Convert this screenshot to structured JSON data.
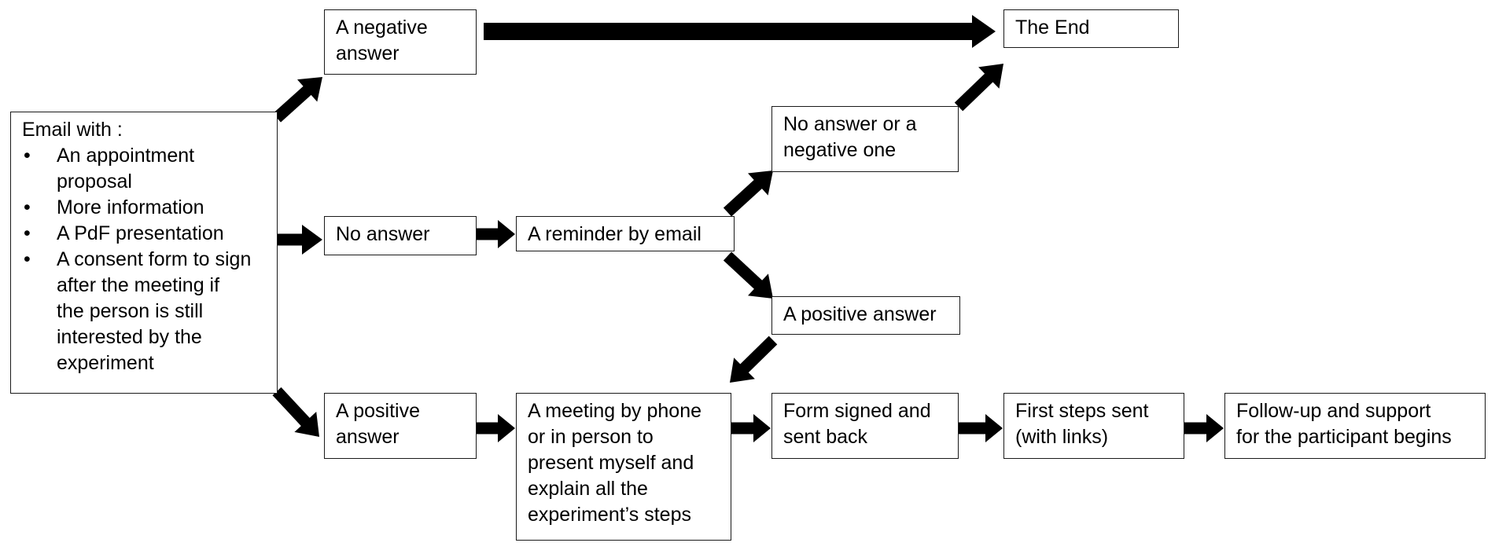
{
  "nodes": {
    "email": {
      "heading": "Email with :",
      "bullets": [
        [
          "An appointment",
          "proposal"
        ],
        [
          "More information"
        ],
        [
          "A PdF presentation"
        ],
        [
          "A consent form to sign",
          "after the meeting if",
          "the person is still",
          "interested by the",
          "experiment"
        ]
      ]
    },
    "negative_answer": [
      "A negative",
      "answer"
    ],
    "the_end": [
      "The End"
    ],
    "no_answer": [
      "No answer"
    ],
    "reminder": [
      "A reminder by email"
    ],
    "no_answer_or_negative": [
      "No answer or a",
      "negative one"
    ],
    "positive_answer_after_reminder": [
      "A positive answer"
    ],
    "positive_answer": [
      "A positive",
      "answer"
    ],
    "meeting": [
      "A meeting by phone",
      "or in person to",
      "present myself and",
      "explain all the",
      "experiment’s  steps"
    ],
    "form_signed": [
      "Form signed and",
      "sent back"
    ],
    "first_steps": [
      "First  steps sent",
      "(with links)"
    ],
    "follow_up": [
      "Follow-up  and support",
      "for the participant begins"
    ]
  },
  "edges": [
    [
      "email",
      "negative_answer"
    ],
    [
      "email",
      "no_answer"
    ],
    [
      "email",
      "positive_answer"
    ],
    [
      "negative_answer",
      "the_end"
    ],
    [
      "no_answer",
      "reminder"
    ],
    [
      "reminder",
      "no_answer_or_negative"
    ],
    [
      "reminder",
      "positive_answer_after_reminder"
    ],
    [
      "no_answer_or_negative",
      "the_end"
    ],
    [
      "positive_answer_after_reminder",
      "meeting"
    ],
    [
      "positive_answer",
      "meeting"
    ],
    [
      "meeting",
      "form_signed"
    ],
    [
      "form_signed",
      "first_steps"
    ],
    [
      "first_steps",
      "follow_up"
    ]
  ]
}
